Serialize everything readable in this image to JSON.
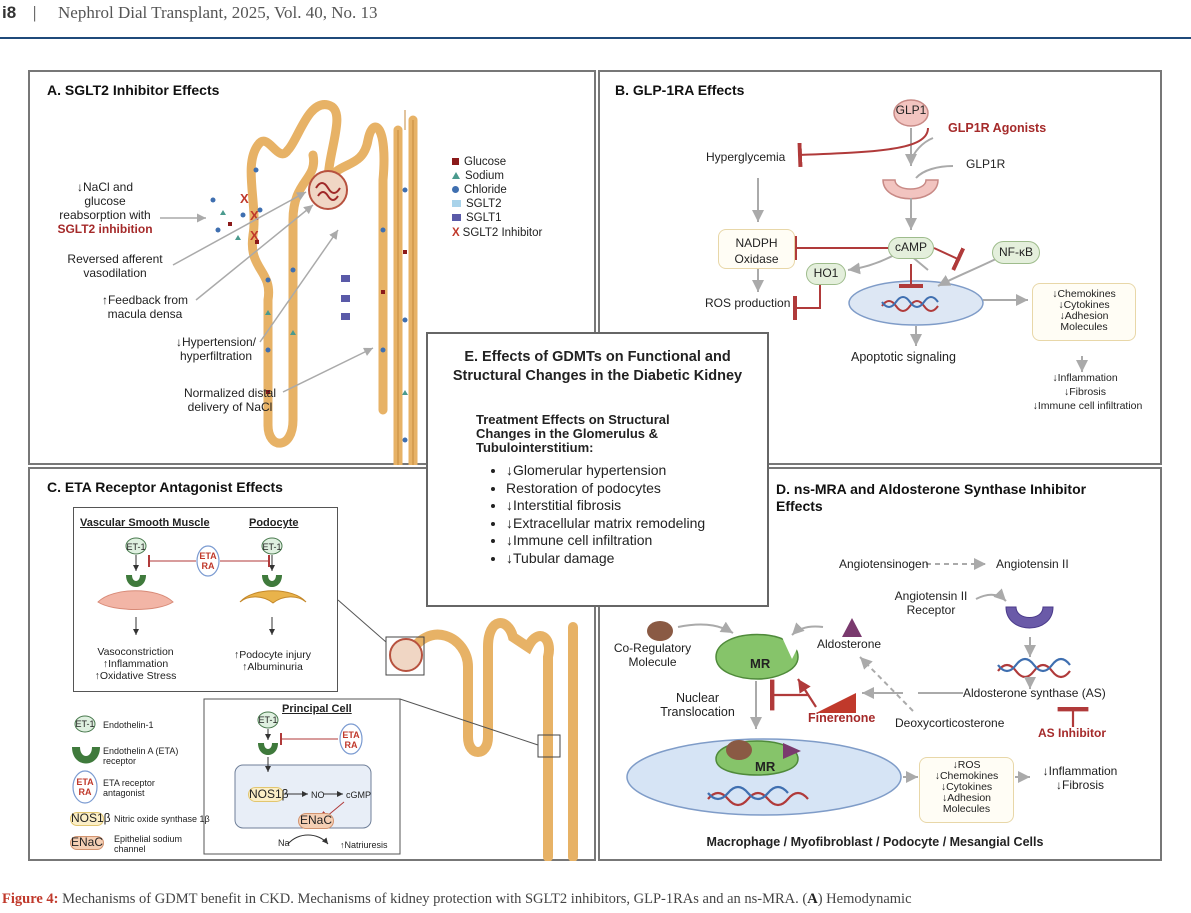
{
  "header": {
    "page": "i8",
    "separator": "|",
    "journal": "Nephrol Dial Transplant, 2025, Vol. 40, No. 13"
  },
  "panelA": {
    "title": "A. SGLT2 Inhibitor Effects",
    "annotations": {
      "nacl_1": "↓NaCl and",
      "nacl_2": "glucose",
      "nacl_3": "reabsorption with",
      "nacl_4": "SGLT2 inhibition",
      "reversed_1": "Reversed afferent",
      "reversed_2": "vasodilation",
      "feedback_1": "↑Feedback from",
      "feedback_2": "macula densa",
      "hyper_1": "↓Hypertension/",
      "hyper_2": "hyperfiltration",
      "distal_1": "Normalized distal",
      "distal_2": "delivery of NaCl"
    },
    "legend": [
      "Glucose",
      "Sodium",
      "Chloride",
      "SGLT2",
      "SGLT1",
      "SGLT2 Inhibitor"
    ],
    "legend_colors": [
      "#8b1a1a",
      "#4a9a8e",
      "#3f6fb0",
      "#a9d3ea",
      "#5a5aa8",
      "#c0392b"
    ]
  },
  "panelB": {
    "title": "B. GLP-1RA Effects",
    "glp1": "GLP1",
    "agonists": "GLP1R Agonists",
    "hyperglycemia": "Hyperglycemia",
    "glp1r": "GLP1R",
    "nadph_1": "NADPH",
    "nadph_2": "Oxidase",
    "camp": "cAMP",
    "nfkb": "NF-κB",
    "ho1": "HO1",
    "ros": "ROS production",
    "apoptotic": "Apoptotic signaling",
    "chemokines": [
      "↓Chemokines",
      "↓Cytokines",
      "↓Adhesion",
      "Molecules"
    ],
    "outcomes": [
      "↓Inflammation",
      "↓Fibrosis",
      "↓Immune cell infiltration"
    ]
  },
  "panelC": {
    "title": "C. ETA Receptor Antagonist Effects",
    "vsm_title": "Vascular Smooth Muscle",
    "podocyte_title": "Podocyte",
    "et1": "ET-1",
    "eta": "ETA",
    "ra": "RA",
    "vsm_effects": [
      "Vasoconstriction",
      "↑Inflammation",
      "↑Oxidative Stress"
    ],
    "podo_effects": [
      "↑Podocyte injury",
      "↑Albuminuria"
    ],
    "legend": [
      {
        "label": "Endothelin-1"
      },
      {
        "label": "Endothelin A (ETA)",
        "label2": "receptor"
      },
      {
        "label": "ETA receptor",
        "label2": "antagonist"
      },
      {
        "label": "Nitric oxide synthase 1β"
      },
      {
        "label": "Epithelial sodium",
        "label2": "channel"
      }
    ],
    "nos": "NOS1β",
    "enac": "ENaC",
    "principal_title": "Principal Cell",
    "no": "NO",
    "cgmp": "cGMP",
    "na": "Na",
    "natriuresis": "↑Natriuresis"
  },
  "panelD": {
    "title_1": "D. ns-MRA and Aldosterone Synthase Inhibitor",
    "title_2": "Effects",
    "angiotensinogen": "Angiotensinogen",
    "angiotensin2": "Angiotensin II",
    "at2r_1": "Angiotensin II",
    "at2r_2": "Receptor",
    "coreg_1": "Co-Regulatory",
    "coreg_2": "Molecule",
    "mr": "MR",
    "aldosterone": "Aldosterone",
    "nuclear_1": "Nuclear",
    "nuclear_2": "Translocation",
    "finerenone": "Finerenone",
    "doc": "Deoxycorticosterone",
    "as": "Aldosterone synthase (AS)",
    "as_inhibitor": "AS Inhibitor",
    "effects": [
      "↓ROS",
      "↓Chemokines",
      "↓Cytokines",
      "↓Adhesion",
      "Molecules"
    ],
    "outcomes": [
      "↓Inflammation",
      "↓Fibrosis"
    ],
    "cells": "Macrophage / Myofibroblast / Podocyte / Mesangial Cells"
  },
  "panelE": {
    "title_1": "E. Effects of GDMTs on Functional and",
    "title_2": "Structural Changes in the Diabetic Kidney",
    "subtitle_1": "Treatment Effects on Structural",
    "subtitle_2": "Changes in the Glomerulus &",
    "subtitle_3": "Tubulointerstitium:",
    "bullets": [
      "↓Glomerular hypertension",
      "Restoration of podocytes",
      "↓Interstitial fibrosis",
      "↓Extracellular matrix remodeling",
      "↓Immune cell infiltration",
      "↓Tubular damage"
    ]
  },
  "caption": {
    "label": "Figure 4:",
    "text": " Mechanisms of GDMT benefit in CKD. Mechanisms of kidney protection with SGLT2 inhibitors, GLP-1RAs and an ns-MRA. (",
    "bold": "A",
    "tail": ") Hemodynamic"
  }
}
